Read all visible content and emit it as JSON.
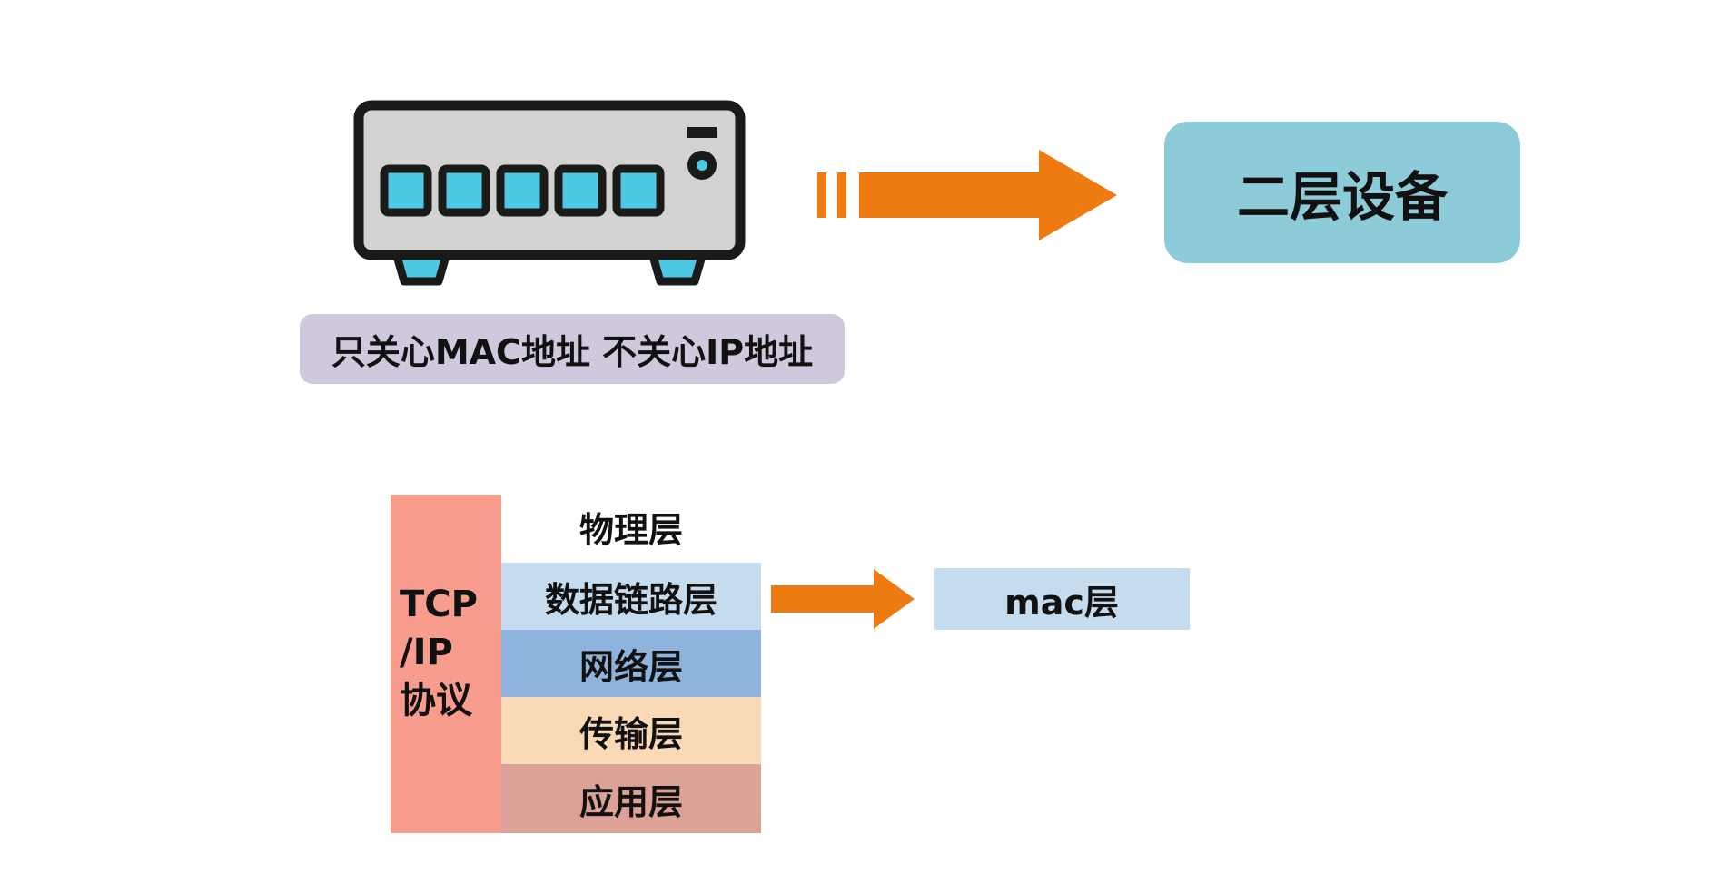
{
  "device": {
    "icon": "network-switch-icon",
    "caption": "只关心MAC地址 不关心IP地址"
  },
  "layer2_label": "二层设备",
  "stack": {
    "tcpip_lines": [
      "TCP",
      "/IP",
      "协议"
    ],
    "physical": "物理层",
    "datalink": "数据链路层",
    "network": "网络层",
    "transport": "传输层",
    "application": "应用层"
  },
  "mac_label": "mac层",
  "colors": {
    "arrow": "#ee7a12",
    "layer2_box": "#8ecbd8",
    "caption_bg": "#d0c8dc",
    "tcpip": "#f89c8e",
    "datalink": "#c5dcef",
    "network": "#8eb4dd",
    "transport": "#fad9b6",
    "application": "#dca297",
    "port": "#4ec9e3"
  }
}
